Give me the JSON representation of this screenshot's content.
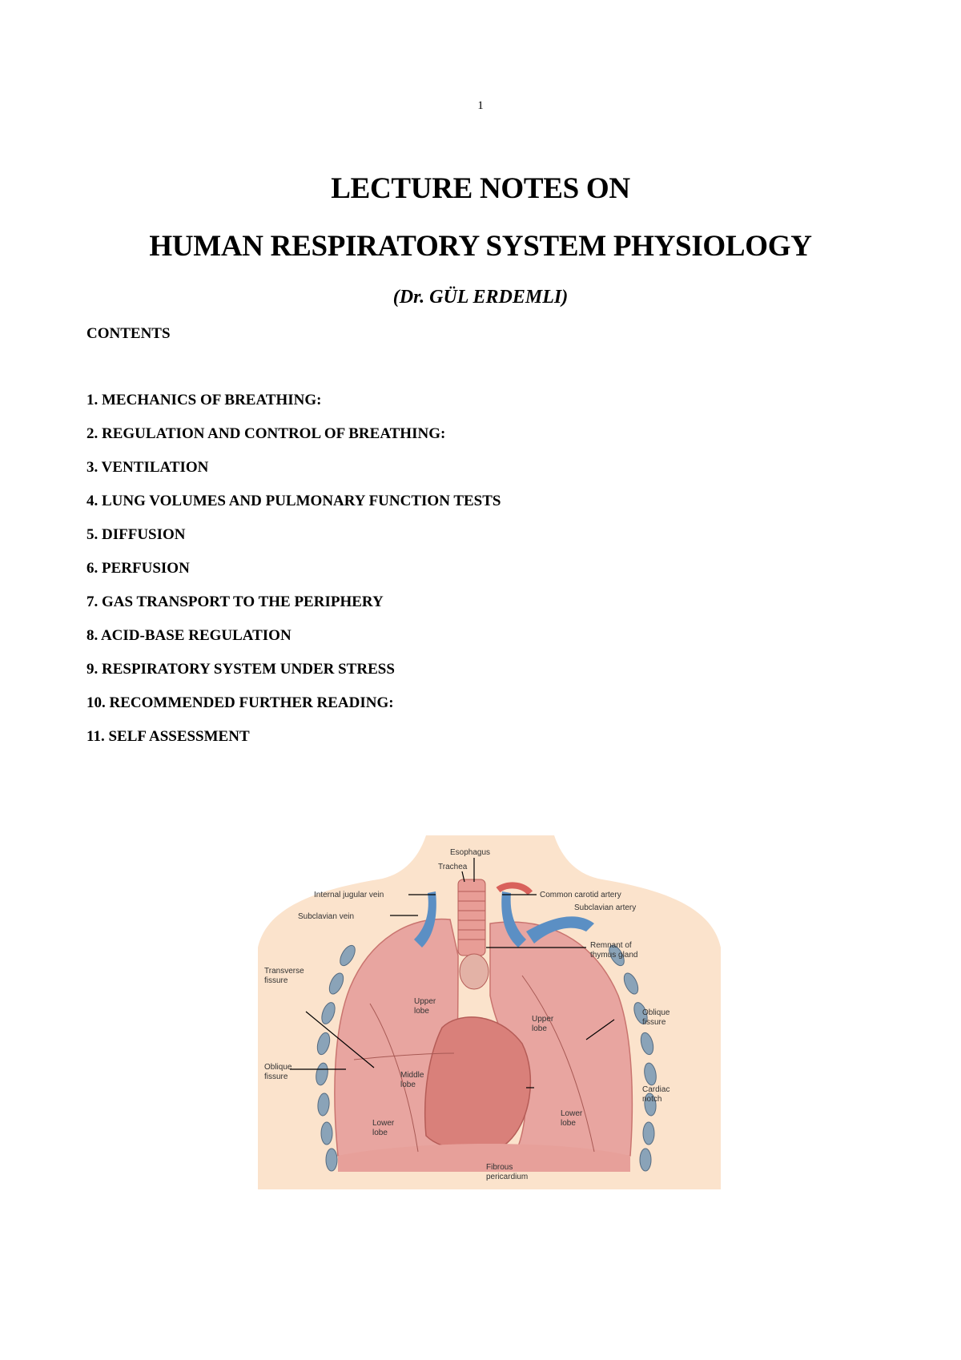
{
  "page_number": "1",
  "title_line1": "LECTURE NOTES ON",
  "title_line2": "HUMAN RESPIRATORY SYSTEM PHYSIOLOGY",
  "author": "(Dr. GÜL ERDEMLI)",
  "contents_heading": "CONTENTS",
  "toc": [
    "1. MECHANICS OF BREATHING:",
    "2. REGULATION AND CONTROL OF BREATHING:",
    "3. VENTILATION",
    "4. LUNG VOLUMES AND PULMONARY FUNCTION TESTS",
    "5. DIFFUSION",
    "6. PERFUSION",
    "7. GAS TRANSPORT TO THE PERIPHERY",
    "8. ACID-BASE REGULATION",
    "9. RESPIRATORY SYSTEM UNDER STRESS",
    "10. RECOMMENDED FURTHER READING:",
    "11. SELF ASSESSMENT"
  ],
  "figure": {
    "labels": {
      "esophagus": "Esophagus",
      "trachea": "Trachea",
      "internal_jugular_vein": "Internal jugular vein",
      "common_carotid_artery": "Common carotid artery",
      "subclavian_artery": "Subclavian artery",
      "subclavian_vein": "Subclavian vein",
      "remnant_of": "Remnant of",
      "thymus_gland": "thymus gland",
      "transverse": "Transverse",
      "fissure_left": "fissure",
      "upper_lobe_right_1": "Upper",
      "upper_lobe_right_2": "lobe",
      "upper_lobe_left_1": "Upper",
      "upper_lobe_left_2": "lobe",
      "oblique_right_1": "Oblique",
      "oblique_right_2": "fissure",
      "oblique_left_1": "Oblique",
      "oblique_left_2": "fissure",
      "middle_lobe_1": "Middle",
      "middle_lobe_2": "lobe",
      "cardiac_notch_1": "Cardiac",
      "cardiac_notch_2": "notch",
      "lower_lobe_left_1": "Lower",
      "lower_lobe_left_2": "lobe",
      "lower_lobe_right_1": "Lower",
      "lower_lobe_right_2": "lobe",
      "fibrous_1": "Fibrous",
      "fibrous_2": "pericardium"
    },
    "colors": {
      "skin": "#fbe3cc",
      "lung": "#e8a5a0",
      "lung_dark": "#c9746f",
      "vein": "#5b8fc4",
      "artery": "#d9615b",
      "rib": "#8aa3b8"
    }
  }
}
